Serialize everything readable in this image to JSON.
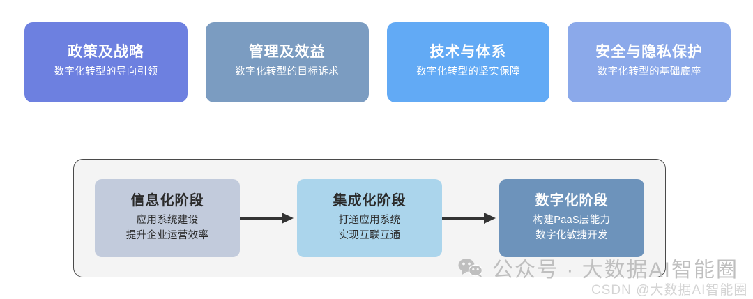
{
  "pillars": {
    "cards": [
      {
        "title": "政策及战略",
        "subtitle": "数字化转型的导向引领",
        "color": "#6d80e0"
      },
      {
        "title": "管理及效益",
        "subtitle": "数字化转型的目标诉求",
        "color": "#7b9cc1"
      },
      {
        "title": "技术与体系",
        "subtitle": "数字化转型的坚实保障",
        "color": "#62aaf5"
      },
      {
        "title": "安全与隐私保护",
        "subtitle": "数字化转型的基础底座",
        "color": "#8ba9ea"
      }
    ]
  },
  "evolution": {
    "panel_bg": "#f4f4f4",
    "panel_border": "#4a4a4a",
    "arrow_color": "#333333",
    "stages": [
      {
        "title": "信息化阶段",
        "line1": "应用系统建设",
        "line2": "提升企业运营效率",
        "bg": "#c2cbdc",
        "text_color": "#2b2b2b"
      },
      {
        "title": "集成化阶段",
        "line1": "打通应用系统",
        "line2": "实现互联互通",
        "bg": "#abd5ec",
        "text_color": "#2b2b2b"
      },
      {
        "title": "数字化阶段",
        "line1": "构建PaaS层能力",
        "line2": "数字化敏捷开发",
        "bg": "#6d93bb",
        "text_color": "#ffffff"
      }
    ]
  },
  "watermarks": {
    "wechat_text": "公众号 · 大数据AI智能圈",
    "csdn_text": "CSDN @大数据AI智能圈"
  }
}
